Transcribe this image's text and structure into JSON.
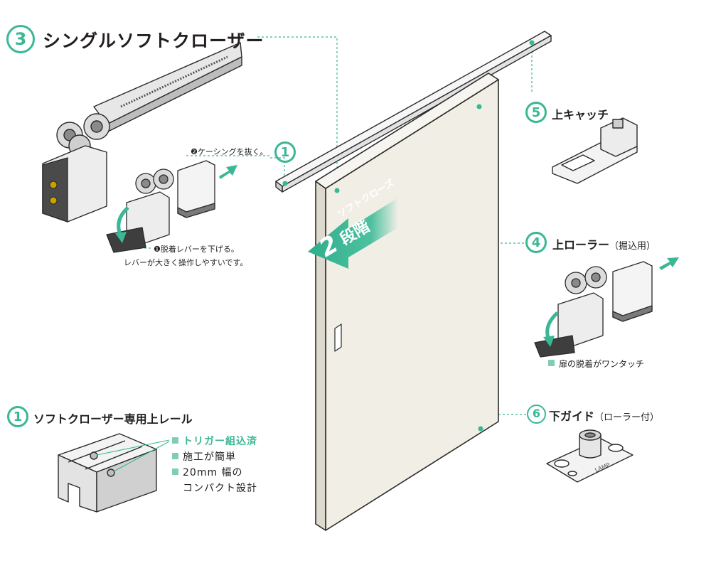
{
  "title": {
    "number": "3",
    "text": "シングルソフトクローザー"
  },
  "parts": {
    "rail": {
      "number": "1",
      "label": "ソフトクローザー専用上レール"
    },
    "rail_marker": {
      "number": "1"
    },
    "upper_roller": {
      "number": "4",
      "label": "上ローラー",
      "sub": "（掘込用）"
    },
    "upper_catch": {
      "number": "5",
      "label": "上キャッチ"
    },
    "lower_guide": {
      "number": "6",
      "label": "下ガイド",
      "sub": "（ローラー付）"
    }
  },
  "arrow": {
    "text_top": "ソフトクローズ",
    "digit": "2",
    "text_bottom": "段階"
  },
  "captions": {
    "casing": "❷ケーシングを抜く。",
    "lever_1": "❶脱着レバーを下げる。",
    "lever_2": "レバーが大きく操作しやすいです。",
    "door_one_touch": "扉の脱着がワンタッチ"
  },
  "rail_features": [
    {
      "text": "トリガー組込済",
      "highlight": true
    },
    {
      "text": "施工が簡単",
      "highlight": false
    },
    {
      "text": "20mm 幅の",
      "highlight": false
    },
    {
      "text": "コンパクト設計",
      "highlight": false
    }
  ],
  "lower_guide_marking": "LAMP",
  "colors": {
    "accent": "#3ab795",
    "door": "#f1eee6",
    "line": "#2a2a2a"
  }
}
